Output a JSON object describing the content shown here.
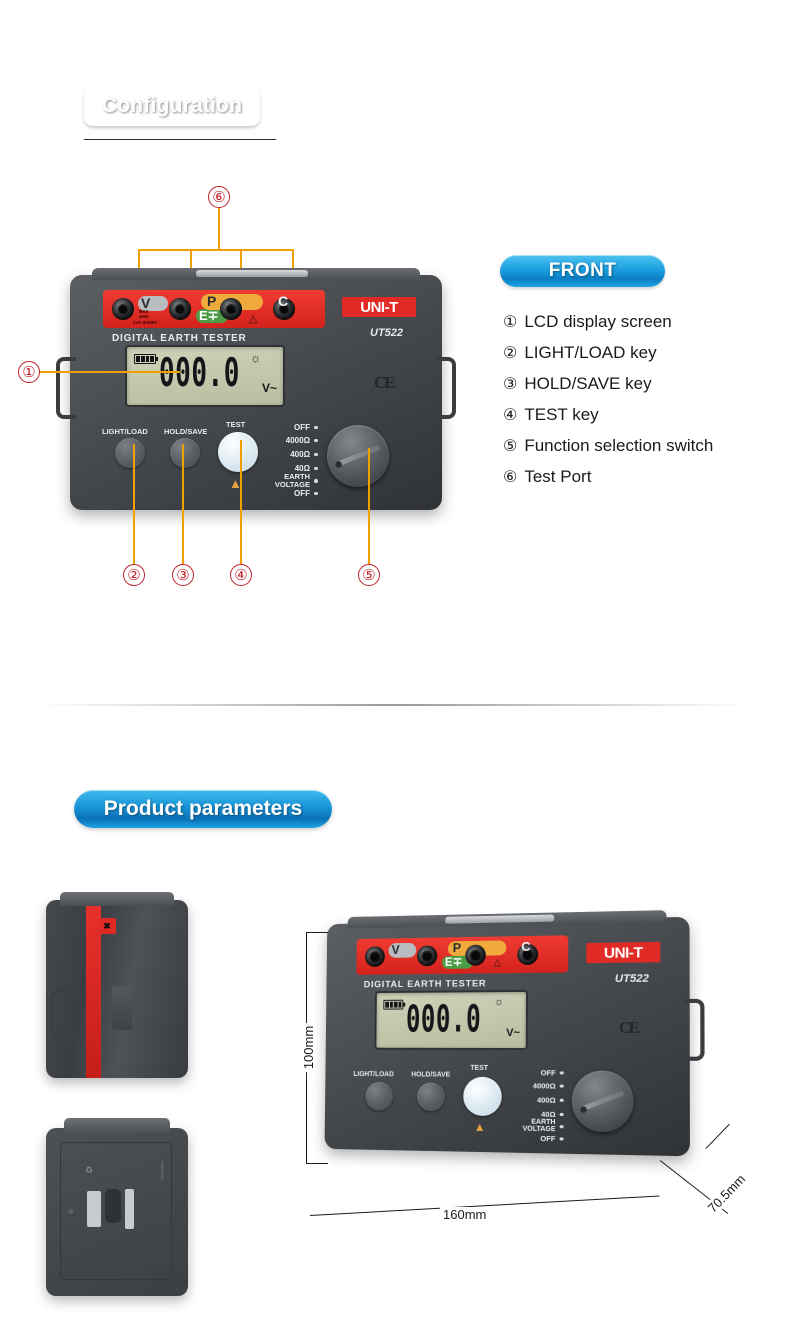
{
  "sections": {
    "configuration": {
      "title": "Configuration"
    },
    "product_parameters": {
      "title": "Product parameters"
    }
  },
  "front_panel": {
    "badge": "FRONT",
    "features": [
      {
        "num": "①",
        "label": "LCD display screen"
      },
      {
        "num": "②",
        "label": "LIGHT/LOAD key"
      },
      {
        "num": "③",
        "label": "HOLD/SAVE key"
      },
      {
        "num": "④",
        "label": "TEST key"
      },
      {
        "num": "⑤",
        "label": "Function selection switch"
      },
      {
        "num": "⑥",
        "label": "Test Port"
      }
    ]
  },
  "device": {
    "brand": "UNI-T",
    "model": "UT522",
    "product_line": "DIGITAL EARTH TESTER",
    "certification": "CE",
    "lcd": {
      "value": "000.0",
      "unit": "V~",
      "battery_icon": "battery-icon",
      "backlight_icon": "bulb-icon"
    },
    "terminals": [
      {
        "label": "V",
        "color": "#b9bcc0",
        "note1": "MAX",
        "note2": "400V",
        "note3": "CAT III 600V"
      },
      {
        "label": "E∓",
        "color": "#4c9b45"
      },
      {
        "label": "P",
        "color": "#f0a93c"
      },
      {
        "label": "C",
        "color": "#e02a25"
      }
    ],
    "buttons": [
      {
        "label": "LIGHT/LOAD"
      },
      {
        "label": "HOLD/SAVE"
      },
      {
        "label": "TEST"
      }
    ],
    "dial_positions": [
      {
        "label": "OFF"
      },
      {
        "label": "4000Ω"
      },
      {
        "label": "400Ω"
      },
      {
        "label": "40Ω"
      },
      {
        "label": "EARTH\nVOLTAGE"
      },
      {
        "label": "OFF"
      }
    ],
    "warning_icon": "warning-triangle-icon"
  },
  "callouts": [
    {
      "num": "①",
      "id": "1"
    },
    {
      "num": "②",
      "id": "2"
    },
    {
      "num": "③",
      "id": "3"
    },
    {
      "num": "④",
      "id": "4"
    },
    {
      "num": "⑤",
      "id": "5"
    },
    {
      "num": "⑥",
      "id": "6"
    }
  ],
  "dimensions": {
    "height": "100mm",
    "width": "160mm",
    "depth": "70.5mm"
  },
  "colors": {
    "red_badge": "#d41a22",
    "blue_badge": "#1b9fe0",
    "terminal_red": "#e02a25",
    "callout_red": "#c0212a",
    "leader_orange": "#f0a000",
    "lcd_green": "#c5c9ae",
    "body_gray": "#4a4e52"
  }
}
